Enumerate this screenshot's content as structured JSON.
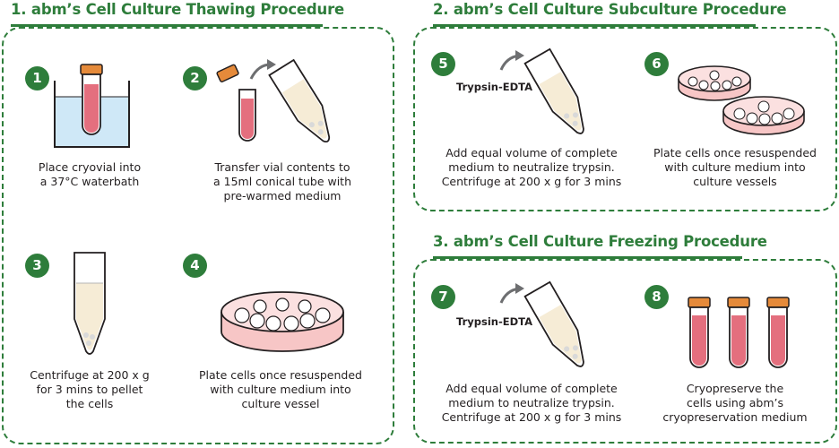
{
  "sections": [
    {
      "title": "1. abm’s Cell Culture Thawing Procedure"
    },
    {
      "title": "2. abm’s Cell Culture Subculture Procedure"
    },
    {
      "title": "3. abm’s Cell Culture Freezing Procedure"
    }
  ],
  "steps": [
    {
      "number": "1",
      "caption": "Place cryovial into\na 37°C waterbath"
    },
    {
      "number": "2",
      "caption": "Transfer vial contents to\na 15ml conical tube with\npre-warmed medium"
    },
    {
      "number": "3",
      "caption": "Centrifuge at 200 x g\nfor 3 mins to pellet\nthe cells"
    },
    {
      "number": "4",
      "caption": "Plate cells once resuspended\nwith culture medium into\nculture vessel"
    },
    {
      "number": "5",
      "caption": "Add equal volume of complete\nmedium to neutralize trypsin.\nCentrifuge at 200 x g for 3 mins",
      "reagent_label": "Trypsin-EDTA"
    },
    {
      "number": "6",
      "caption": "Plate cells once resuspended\nwith culture medium into\nculture vessels"
    },
    {
      "number": "7",
      "caption": "Add equal volume of complete\nmedium to neutralize trypsin.\nCentrifuge at 200 x g for 3 mins",
      "reagent_label": "Trypsin-EDTA"
    },
    {
      "number": "8",
      "caption": "Cryopreserve the\ncells using abm’s\ncryopreservation medium"
    }
  ],
  "colors": {
    "accent": "#2e7d3b",
    "cap": "#e58a3a",
    "medium": "#e46f7e",
    "dish": "#f7c6c6",
    "water": "#cfe8f7"
  }
}
